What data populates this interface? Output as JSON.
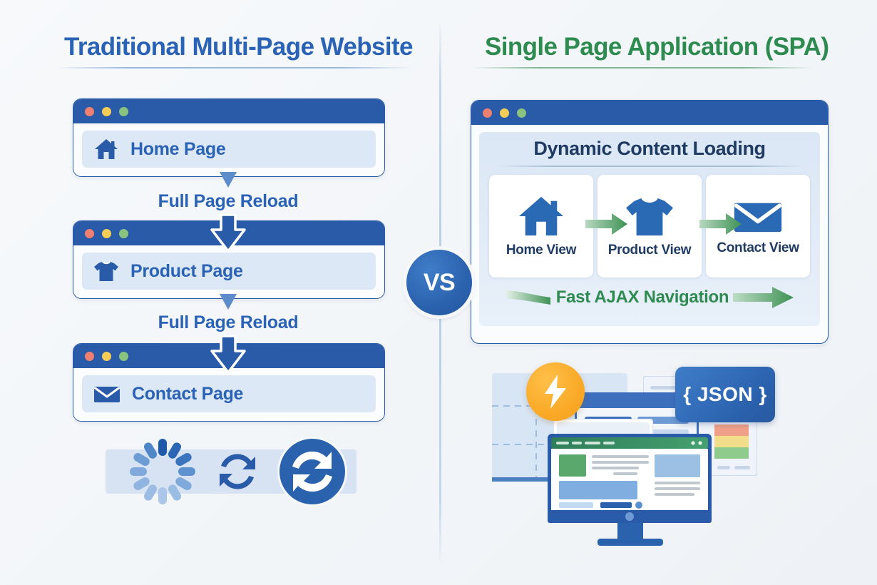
{
  "left": {
    "title": "Traditional Multi-Page Website",
    "accent_color": "#2a62b5",
    "pages": [
      {
        "label": "Home Page",
        "icon": "home-icon"
      },
      {
        "label": "Product Page",
        "icon": "tshirt-icon"
      },
      {
        "label": "Contact Page",
        "icon": "envelope-icon"
      }
    ],
    "transitions": [
      {
        "label": "Full Page Reload"
      },
      {
        "label": "Full Page Reload"
      }
    ],
    "loading_icons": [
      {
        "name": "spinner-icon"
      },
      {
        "name": "refresh-arrows-icon"
      },
      {
        "name": "refresh-circle-button-icon"
      }
    ]
  },
  "divider": {
    "vs_label": "VS",
    "vs_color": "#2b62ae"
  },
  "right": {
    "title": "Single Page Application (SPA)",
    "accent_color": "#2e8b50",
    "window_heading": "Dynamic Content Loading",
    "views": [
      {
        "label": "Home View",
        "icon": "home-icon"
      },
      {
        "label": "Product View",
        "icon": "tshirt-icon"
      },
      {
        "label": "Contact View",
        "icon": "envelope-icon"
      }
    ],
    "ajax_label": "Fast AJAX Navigation",
    "badges": {
      "json_label": "{ JSON }",
      "bolt_icon": "lightning-bolt-icon"
    }
  },
  "window_controls": {
    "red": "#ef8071",
    "yellow": "#f3cd55",
    "green": "#8ac27f"
  }
}
